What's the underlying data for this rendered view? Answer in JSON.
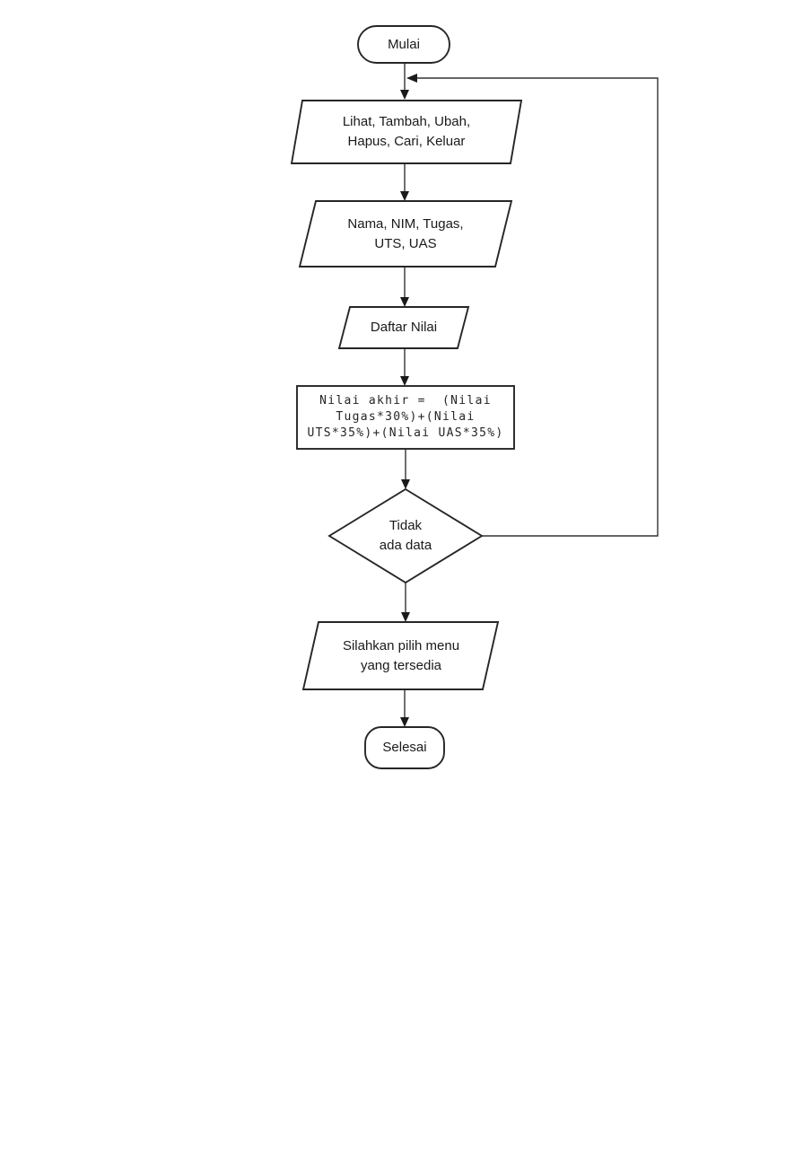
{
  "page": {
    "background": "#ffffff"
  },
  "colors": {
    "shape_fill": "#ffffff",
    "shape_stroke": "#262626",
    "connector": "#333333",
    "text": "#1a1a1a"
  },
  "flowchart": {
    "direction": "top-down",
    "nodes": [
      {
        "id": "start",
        "type": "terminator",
        "label": "Mulai"
      },
      {
        "id": "menu-options",
        "type": "input-parallelogram",
        "label": "Lihat, Tambah, Ubah,\nHapus, Cari, Keluar"
      },
      {
        "id": "student-data",
        "type": "input-parallelogram",
        "label": "Nama, NIM, Tugas,\nUTS, UAS"
      },
      {
        "id": "score-list",
        "type": "input-parallelogram",
        "label": "Daftar Nilai"
      },
      {
        "id": "formula",
        "type": "process",
        "label": "Nilai akhir =  (Nilai\nTugas*30%)+(Nilai\nUTS*35%)+(Nilai UAS*35%)"
      },
      {
        "id": "decision",
        "type": "decision-diamond",
        "label": "Tidak\nada data"
      },
      {
        "id": "menu-prompt",
        "type": "output-parallelogram",
        "label": "Silahkan pilih menu\nyang tersedia"
      },
      {
        "id": "end",
        "type": "terminator",
        "label": "Selesai"
      }
    ],
    "edges": [
      {
        "from": "start",
        "to": "menu-options"
      },
      {
        "from": "menu-options",
        "to": "student-data"
      },
      {
        "from": "student-data",
        "to": "score-list"
      },
      {
        "from": "score-list",
        "to": "formula"
      },
      {
        "from": "formula",
        "to": "decision"
      },
      {
        "from": "decision",
        "to": "menu-prompt"
      },
      {
        "from": "menu-prompt",
        "to": "end"
      },
      {
        "from": "decision",
        "to": "start",
        "type": "loop-back-right-side"
      }
    ]
  }
}
